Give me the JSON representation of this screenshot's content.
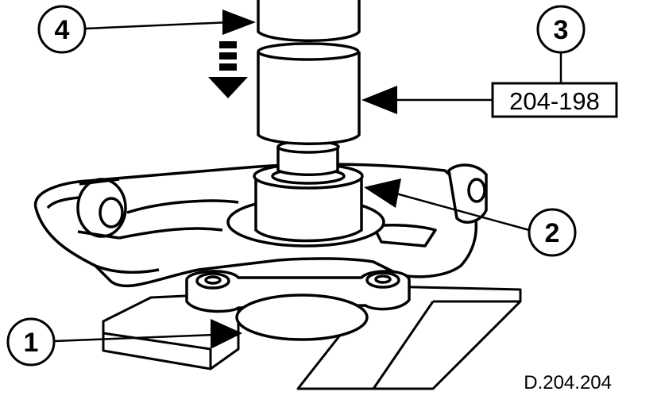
{
  "callouts": [
    {
      "id": "1",
      "label": "1"
    },
    {
      "id": "2",
      "label": "2"
    },
    {
      "id": "3",
      "label": "3"
    },
    {
      "id": "4",
      "label": "4"
    }
  ],
  "tool_number": "204-198",
  "figure_code": "D.204.204",
  "colors": {
    "ink": "#000000",
    "paper": "#ffffff"
  }
}
